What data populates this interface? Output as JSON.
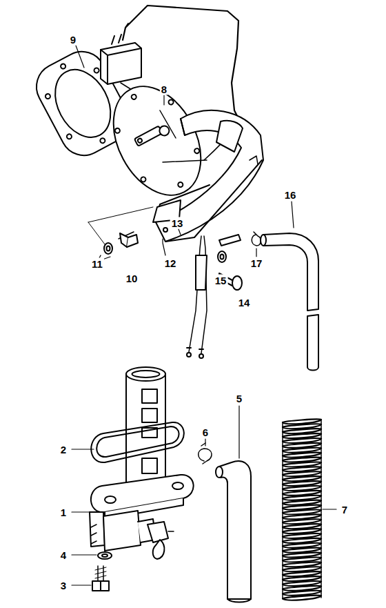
{
  "diagram": {
    "labels": [
      "9",
      "8",
      "13",
      "16",
      "11",
      "10",
      "12",
      "15",
      "14",
      "17",
      "2",
      "6",
      "5",
      "7",
      "1",
      "4",
      "3"
    ]
  }
}
